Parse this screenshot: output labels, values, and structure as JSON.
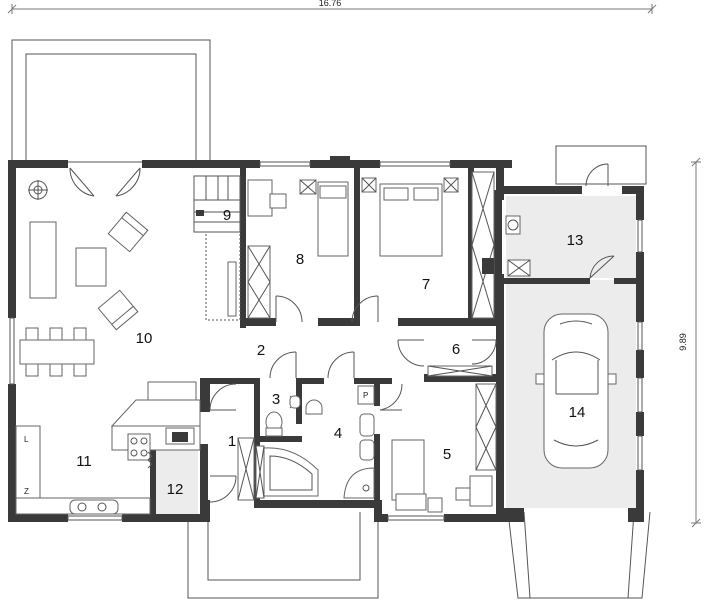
{
  "dimensions": {
    "width": "16.76",
    "height": "9.89"
  },
  "rooms": [
    {
      "id": "1",
      "label": "1"
    },
    {
      "id": "2",
      "label": "2"
    },
    {
      "id": "3",
      "label": "3"
    },
    {
      "id": "4",
      "label": "4"
    },
    {
      "id": "5",
      "label": "5"
    },
    {
      "id": "6",
      "label": "6"
    },
    {
      "id": "7",
      "label": "7"
    },
    {
      "id": "8",
      "label": "8"
    },
    {
      "id": "9",
      "label": "9"
    },
    {
      "id": "10",
      "label": "10"
    },
    {
      "id": "11",
      "label": "11"
    },
    {
      "id": "12",
      "label": "12"
    },
    {
      "id": "13",
      "label": "13"
    },
    {
      "id": "14",
      "label": "14"
    }
  ],
  "kitchen_marks": {
    "l": "L",
    "z": "Z"
  },
  "bath_mark": "P",
  "colors": {
    "wall": "#3a3a3a",
    "service_floor": "#ececec"
  }
}
